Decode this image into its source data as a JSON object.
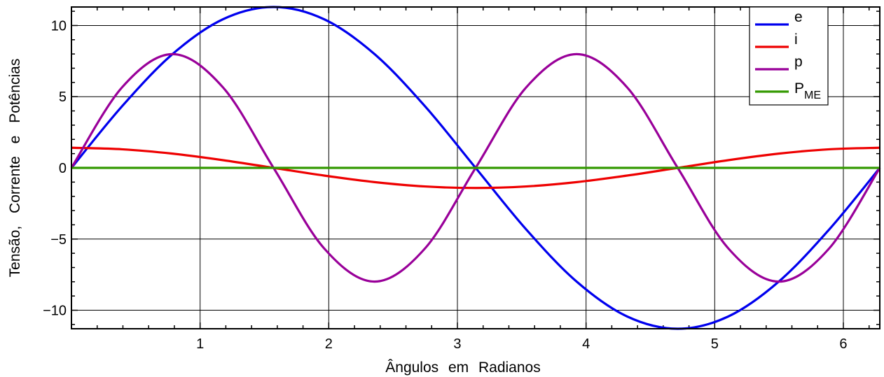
{
  "chart_data": {
    "type": "line",
    "xlabel": "Ângulos em Radianos",
    "ylabel": "Tensão, Corrente e Potências",
    "xlim": [
      0,
      6.2832
    ],
    "ylim": [
      -11.3,
      11.3
    ],
    "x_ticks": [
      1,
      2,
      3,
      4,
      5,
      6
    ],
    "y_ticks": [
      -10,
      -5,
      0,
      5,
      10
    ],
    "x_tick_labels": [
      "1",
      "2",
      "3",
      "4",
      "5",
      "6"
    ],
    "y_tick_labels": [
      "−10",
      "−5",
      "0",
      "5",
      "10"
    ],
    "grid": true,
    "legend_position": "top-right",
    "x": [
      0,
      0.3927,
      0.7854,
      1.1781,
      1.5708,
      1.9635,
      2.3562,
      2.7489,
      3.1416,
      3.5343,
      3.927,
      4.3197,
      4.7124,
      5.1051,
      5.4978,
      5.8905,
      6.2832
    ],
    "series": [
      {
        "name": "e",
        "color": "#0000ee",
        "values": [
          0,
          4.32,
          7.99,
          10.44,
          11.3,
          10.44,
          7.99,
          4.32,
          0,
          -4.32,
          -7.99,
          -10.44,
          -11.3,
          -10.44,
          -7.99,
          -4.32,
          0
        ]
      },
      {
        "name": "i",
        "color": "#ee0000",
        "values": [
          1.414,
          1.306,
          1.0,
          0.541,
          0,
          -0.541,
          -1.0,
          -1.306,
          -1.414,
          -1.306,
          -1.0,
          -0.541,
          0,
          0.541,
          1.0,
          1.306,
          1.414
        ]
      },
      {
        "name": "p",
        "color": "#990099",
        "values": [
          0,
          5.65,
          7.99,
          5.65,
          0,
          -5.65,
          -7.99,
          -5.65,
          0,
          5.65,
          7.99,
          5.65,
          0,
          -5.65,
          -7.99,
          -5.65,
          0
        ]
      },
      {
        "name": "P",
        "name_sub": "ME",
        "color": "#339900",
        "values": [
          0,
          0,
          0,
          0,
          0,
          0,
          0,
          0,
          0,
          0,
          0,
          0,
          0,
          0,
          0,
          0,
          0
        ]
      }
    ]
  }
}
